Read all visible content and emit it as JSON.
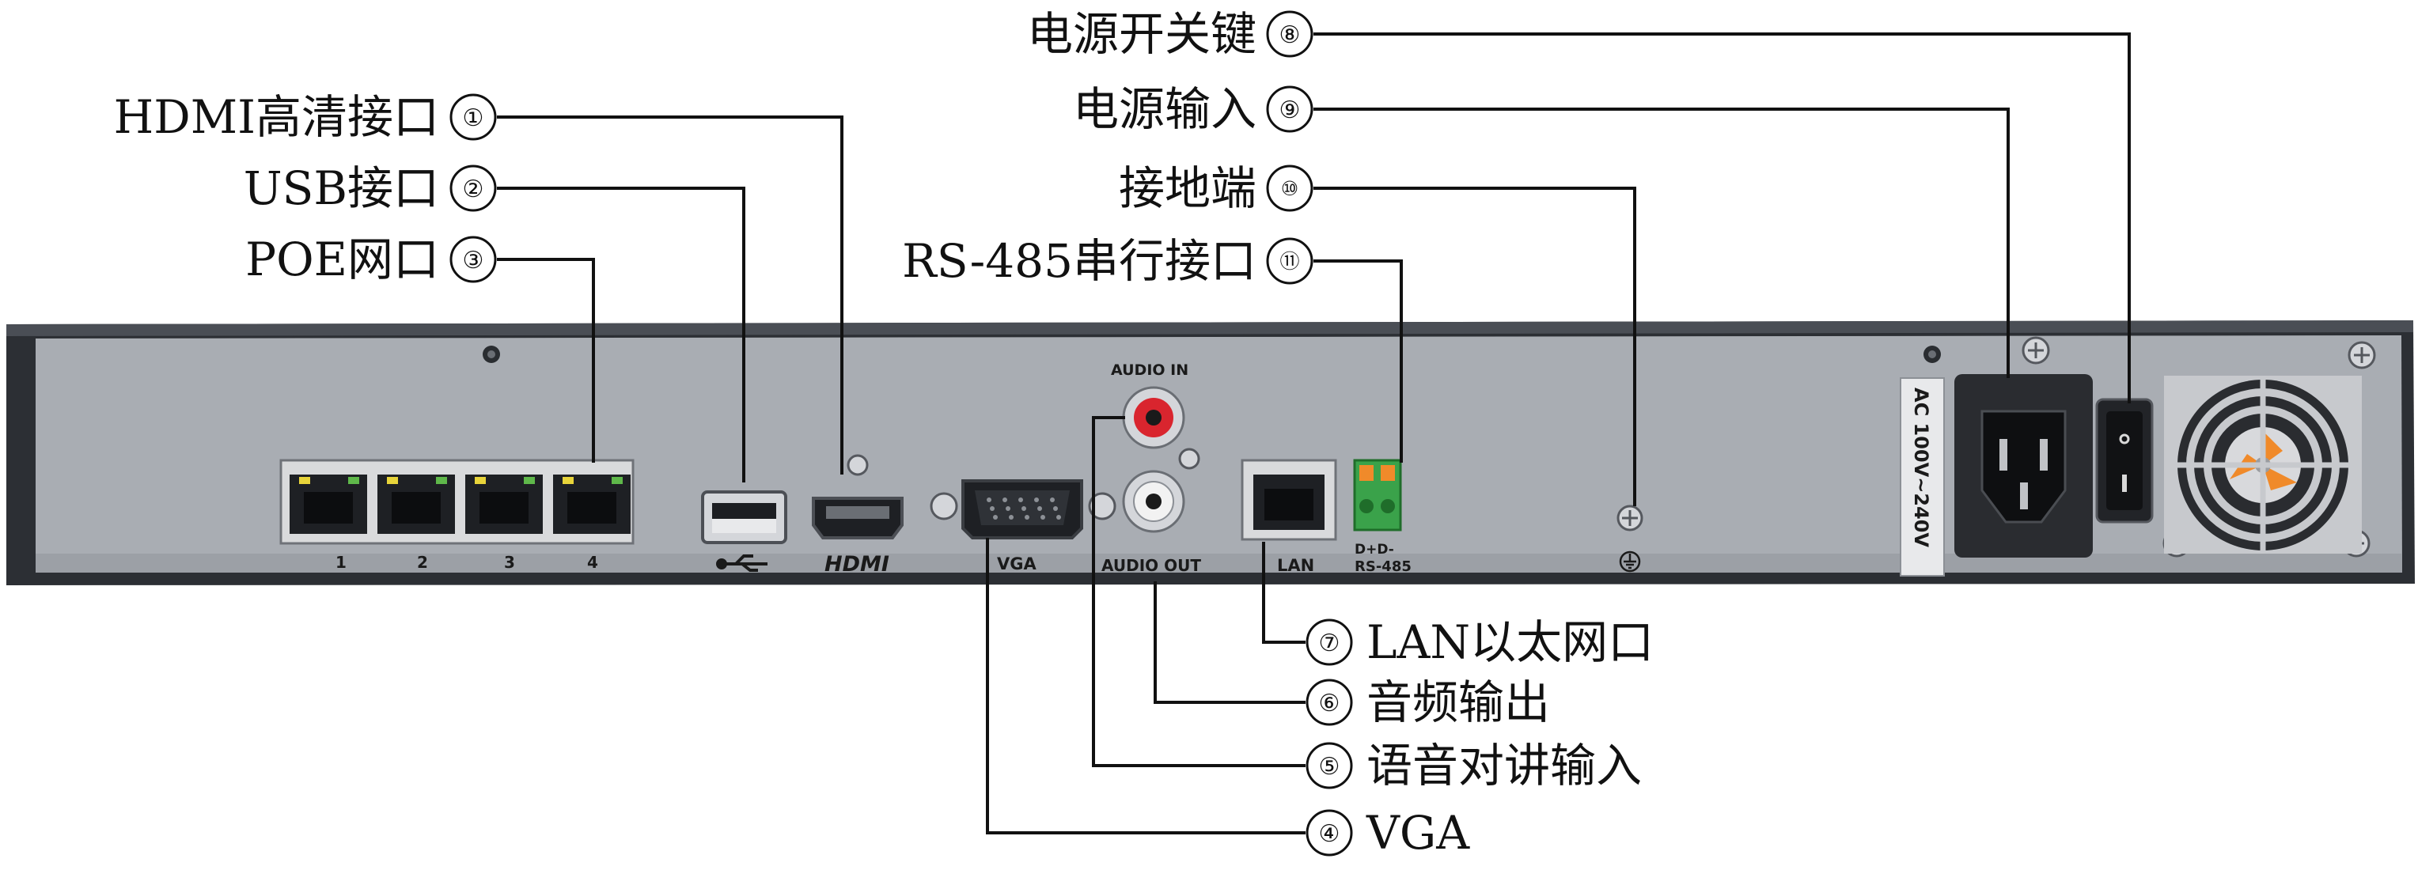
{
  "callouts": [
    {
      "num": "①",
      "label": "HDMI高清接口"
    },
    {
      "num": "②",
      "label": "USB接口"
    },
    {
      "num": "③",
      "label": "POE网口"
    },
    {
      "num": "④",
      "label": "VGA"
    },
    {
      "num": "⑤",
      "label": "语音对讲输入"
    },
    {
      "num": "⑥",
      "label": "音频输出"
    },
    {
      "num": "⑦",
      "label": "LAN以太网口"
    },
    {
      "num": "⑧",
      "label": "电源开关键"
    },
    {
      "num": "⑨",
      "label": "电源输入"
    },
    {
      "num": "⑩",
      "label": "接地端"
    },
    {
      "num": "⑪",
      "label": "RS-485串行接口"
    }
  ],
  "panel": {
    "poe_port_numbers": [
      "1",
      "2",
      "3",
      "4"
    ],
    "hdmi_logo": "HDMI",
    "vga_label": "VGA",
    "audio_in_label": "AUDIO IN",
    "audio_out_label": "AUDIO OUT",
    "lan_label": "LAN",
    "rs485_pins_label": "D+D-",
    "rs485_label": "RS-485",
    "power_rating_label": "AC 100V~240V"
  },
  "colors": {
    "panel_body": "#a9adb3",
    "panel_frame": "#2c2f34",
    "audio_in_ring": "#d9252e",
    "rs485_terminal": "#3aa24a",
    "rs485_lever": "#f08a2a",
    "port_led_yellow": "#e8d43a",
    "port_led_green": "#5fb84a"
  }
}
